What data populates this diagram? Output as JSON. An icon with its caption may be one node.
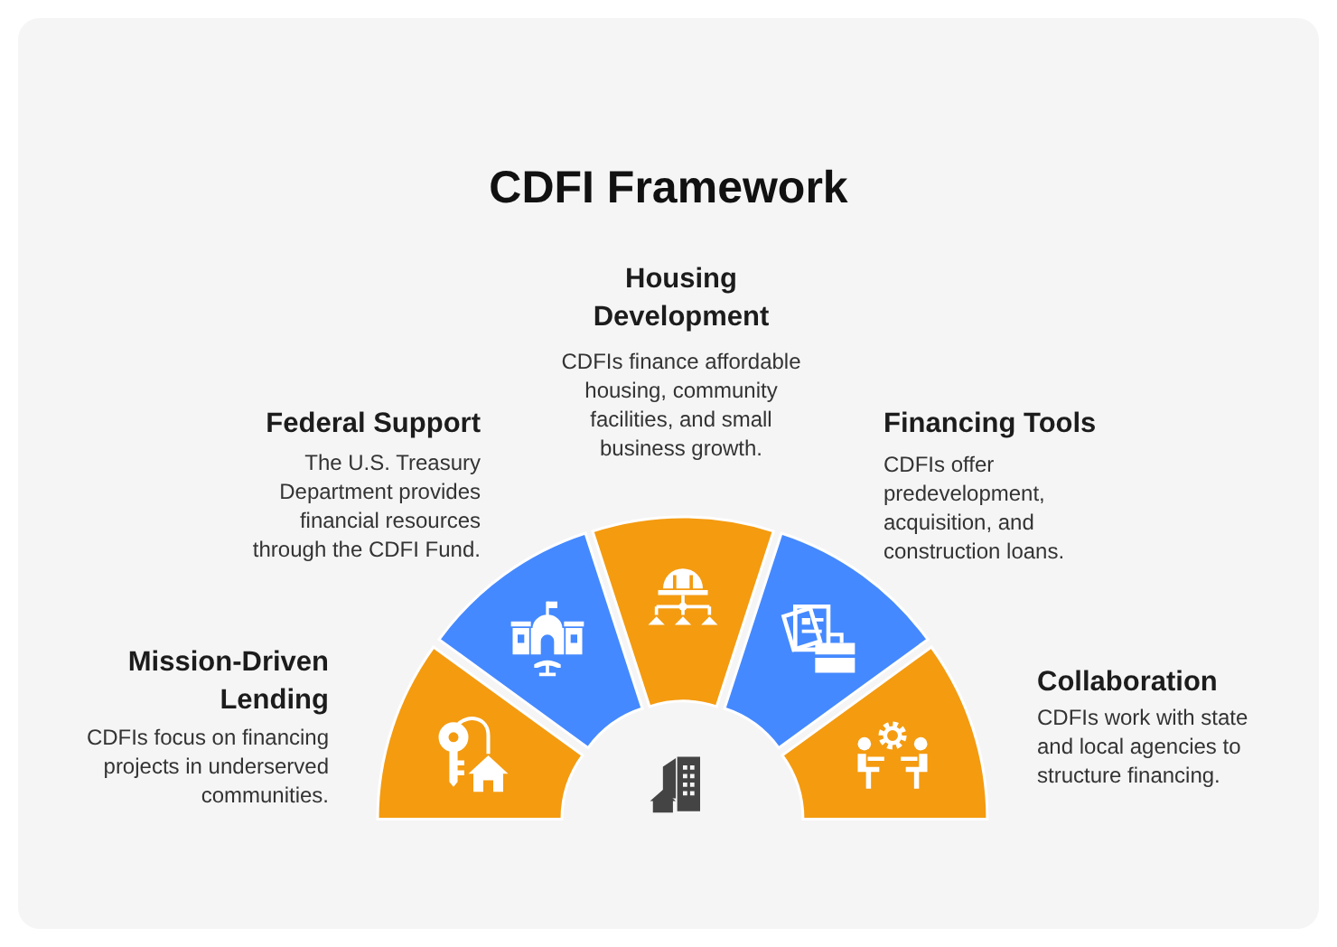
{
  "diagram": {
    "title": "CDFI Framework",
    "nodes": [
      {
        "text": [
          "Mission-Driven Lending",
          "CDFIs focus on financing projects in underserved communities."
        ]
      },
      {
        "text": [
          "Federal Support",
          "The U.S. Treasury Department provides financial resources through the CDFI Fund."
        ]
      },
      {
        "text": [
          "Housing Development",
          "CDFIs finance affordable housing, community facilities, and small business growth."
        ]
      },
      {
        "text": [
          "Financing Tools",
          "CDFIs offer predevelopment, acquisition, and construction loans."
        ]
      },
      {
        "text": [
          "Collaboration",
          "CDFIs work with state and local agencies to structure financing."
        ]
      }
    ]
  }
}
